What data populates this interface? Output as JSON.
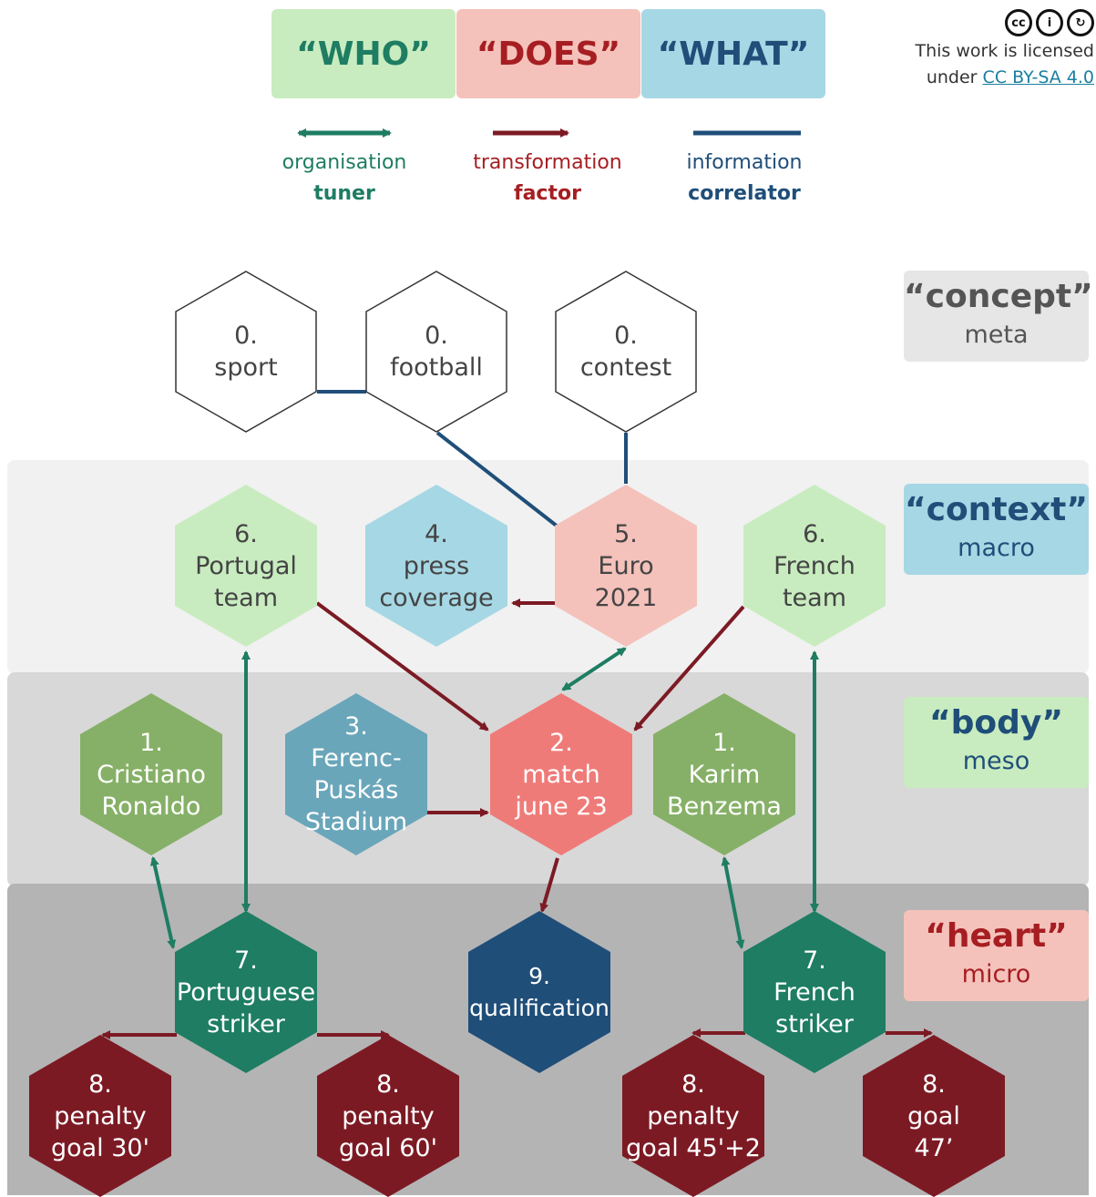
{
  "header": {
    "who": "“WHO”",
    "does": "“DOES”",
    "what": "“WHAT”"
  },
  "legend": {
    "organisation": {
      "line1": "organisation",
      "line2": "tuner"
    },
    "transformation": {
      "line1": "transformation",
      "line2": "factor"
    },
    "information": {
      "line1": "information",
      "line2": "correlator"
    }
  },
  "license": {
    "icons": [
      "cc-icon",
      "by-icon",
      "sa-icon"
    ],
    "text": "This work is licensed",
    "under": "under",
    "link": "CC BY-SA 4.0"
  },
  "levels": {
    "concept": {
      "title": "“concept”",
      "sub": "meta"
    },
    "context": {
      "title": "“context”",
      "sub": "macro"
    },
    "body": {
      "title": "“body”",
      "sub": "meso"
    },
    "heart": {
      "title": "“heart”",
      "sub": "micro"
    }
  },
  "nodes": {
    "sport": [
      "0.",
      "sport"
    ],
    "football": [
      "0.",
      "football"
    ],
    "contest": [
      "0.",
      "contest"
    ],
    "portugal_team": [
      "6.",
      "Portugal",
      "team"
    ],
    "press": [
      "4.",
      "press",
      "coverage"
    ],
    "euro": [
      "5.",
      "Euro",
      "2021"
    ],
    "french_team": [
      "6.",
      "French",
      "team"
    ],
    "ronaldo": [
      "1.",
      "Cristiano",
      "Ronaldo"
    ],
    "stadium": [
      "3.",
      "Ferenc-",
      "Puskás",
      "Stadium"
    ],
    "match": [
      "2.",
      "match",
      "june 23"
    ],
    "benzema": [
      "1.",
      "Karim",
      "Benzema"
    ],
    "pt_striker": [
      "7.",
      "Portuguese",
      "striker"
    ],
    "qualification": [
      "9.",
      "qualification"
    ],
    "fr_striker": [
      "7.",
      "French",
      "striker"
    ],
    "goal30": [
      "8.",
      "penalty",
      "goal 30'"
    ],
    "goal60": [
      "8.",
      "penalty",
      "goal 60'"
    ],
    "goal45": [
      "8.",
      "penalty",
      "goal 45'+2"
    ],
    "goal47": [
      "8.",
      "goal",
      "47’"
    ]
  },
  "colors": {
    "who": "#c8ecbf",
    "does": "#f4c2bb",
    "what": "#a6d7e4",
    "organisation": "#1e7d62",
    "transformation": "#7c1a24",
    "information": "#1f4e79",
    "band_context": "#f1f1f1",
    "band_body": "#d8d8d8",
    "band_heart": "#b4b4b4"
  }
}
